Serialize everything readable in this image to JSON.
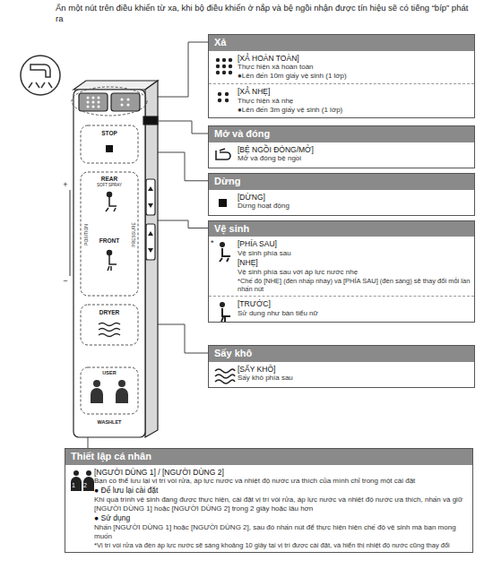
{
  "diagram": {
    "title": "Ấn một nút trên điều khiển từ xa, khi bộ điều khiển ở nắp và bệ ngồi nhận được tín hiệu sẽ có tiếng “bíp” phát ra",
    "nodes": [
      {
        "text": [
          "Xả"
        ]
      },
      {
        "text": [
          "[XẢ HOÀN TOÀN]",
          "Thực hiện xả hoàn toàn",
          "●Lên đến 10m giấy vệ sinh (1 lớp)"
        ],
        "in": 0
      },
      {
        "text": [
          "[XẢ NHẸ]",
          "Thực hiện xả nhẹ",
          "●Lên đến 3m giấy vệ sinh (1 lớp)"
        ],
        "in": 0
      },
      {
        "text": [
          "Mở và đóng"
        ]
      },
      {
        "text": [
          "[BỆ NGỒI ĐÓNG/MỞ]",
          "Mở và đóng bệ ngồi"
        ],
        "in": 3
      },
      {
        "text": [
          "Dừng"
        ]
      },
      {
        "text": [
          "[DỪNG]",
          "Dừng hoạt động"
        ],
        "in": 5
      },
      {
        "text": [
          "Vệ sinh"
        ]
      },
      {
        "text": [
          "[PHÍA SAU]",
          "Vệ sinh phía sau",
          "[NHẸ]",
          "Vệ sinh phía sau với áp lực nước nhẹ",
          "*Chế độ [NHẸ] (đèn nhấp nháy) và [PHÍA SAU] (đèn sáng) sẽ thay đổi mỗi lần nhấn nút"
        ],
        "in": 7
      },
      {
        "text": [
          "[TRƯỚC]",
          "Sử dụng như bàn tiểu nữ"
        ],
        "in": 7
      },
      {
        "text": [
          "Sấy khô"
        ]
      },
      {
        "text": [
          "[SẤY KHÔ]",
          "Sấy khô phía sau"
        ],
        "in": 10
      },
      {
        "text": [
          "Thiết lập cá nhân"
        ]
      },
      {
        "text": [
          "[NGƯỜI DÙNG 1] / [NGƯỜI DÙNG 2]",
          "Bạn có thể lưu lại vị trí vòi rửa, áp lực nước và nhiệt độ nước ưa thích của mình chỉ trong một cài đặt",
          "● Để lưu lại cài đặt",
          "Khi quá trình vệ sinh đang được thực hiện, cài đặt vị trí vòi rửa, áp lực nước và nhiệt độ nước ưa thích, nhấn và giữ [NGƯỜI DÙNG 1] hoặc [NGƯỜI DÙNG 2] trong 2 giây hoặc lâu hơn",
          "● Sử dụng",
          "Nhấn [NGƯỜI DÙNG 1] hoặc [NGƯỜI DÙNG 2], sau đó nhấn nút để thực hiện hiện chế độ vệ sinh mà bạn mong muốn",
          "*Vị trí vòi rửa và đèn áp lực nước sẽ sáng khoảng 10 giây tại vị trí được cài đặt, và hiển thị nhiệt độ nước cũng thay đổi"
        ],
        "in": 12
      }
    ],
    "labels": [
      "STOP",
      "REAR",
      "SOFT SPRAY",
      "POSITION",
      "PRESSURE",
      "FRONT",
      "DRYER",
      "USER",
      "WASHLET",
      "+",
      "−",
      "*",
      "1",
      "2"
    ]
  }
}
